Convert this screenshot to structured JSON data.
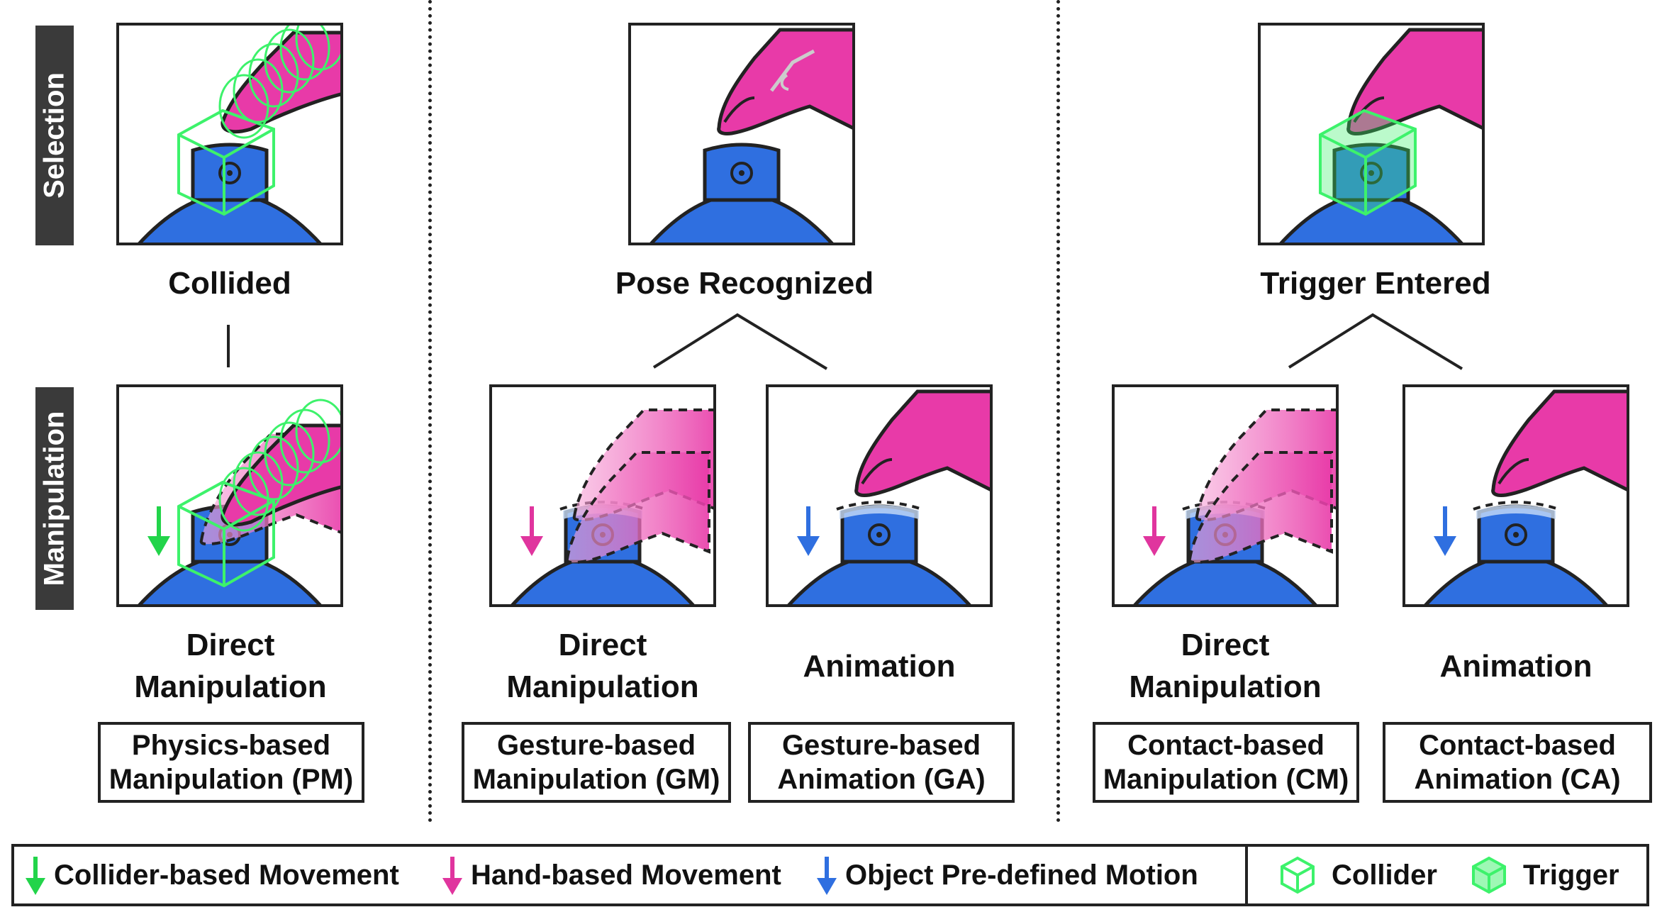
{
  "side_labels": {
    "selection": "Selection",
    "manipulation": "Manipulation"
  },
  "selection_labels": {
    "collided": "Collided",
    "pose_recognized": "Pose Recognized",
    "trigger_entered": "Trigger Entered"
  },
  "manipulation_labels": {
    "pm_l1": "Direct",
    "pm_l2": "Manipulation",
    "gm_l1": "Direct",
    "gm_l2": "Manipulation",
    "ga": "Animation",
    "cm_l1": "Direct",
    "cm_l2": "Manipulation",
    "ca": "Animation"
  },
  "techniques": {
    "pm_l1": "Physics-based",
    "pm_l2": "Manipulation (PM)",
    "gm_l1": "Gesture-based",
    "gm_l2": "Manipulation (GM)",
    "ga_l1": "Gesture-based",
    "ga_l2": "Animation (GA)",
    "cm_l1": "Contact-based",
    "cm_l2": "Manipulation (CM)",
    "ca_l1": "Contact-based",
    "ca_l2": "Animation (CA)"
  },
  "legend": {
    "collider_movement": "Collider-based Movement",
    "hand_movement": "Hand-based Movement",
    "object_motion": "Object Pre-defined Motion",
    "collider": "Collider",
    "trigger": "Trigger"
  },
  "colors": {
    "bottle": "#2f6fe0",
    "hand": "#e83aa8",
    "collider_green": "#3df26b",
    "arrow_green": "#22d44a",
    "arrow_pink": "#e0359e",
    "arrow_blue": "#2f6fe0"
  },
  "icons": [
    "down-arrow-icon",
    "cube-outline-icon",
    "cube-filled-icon"
  ]
}
